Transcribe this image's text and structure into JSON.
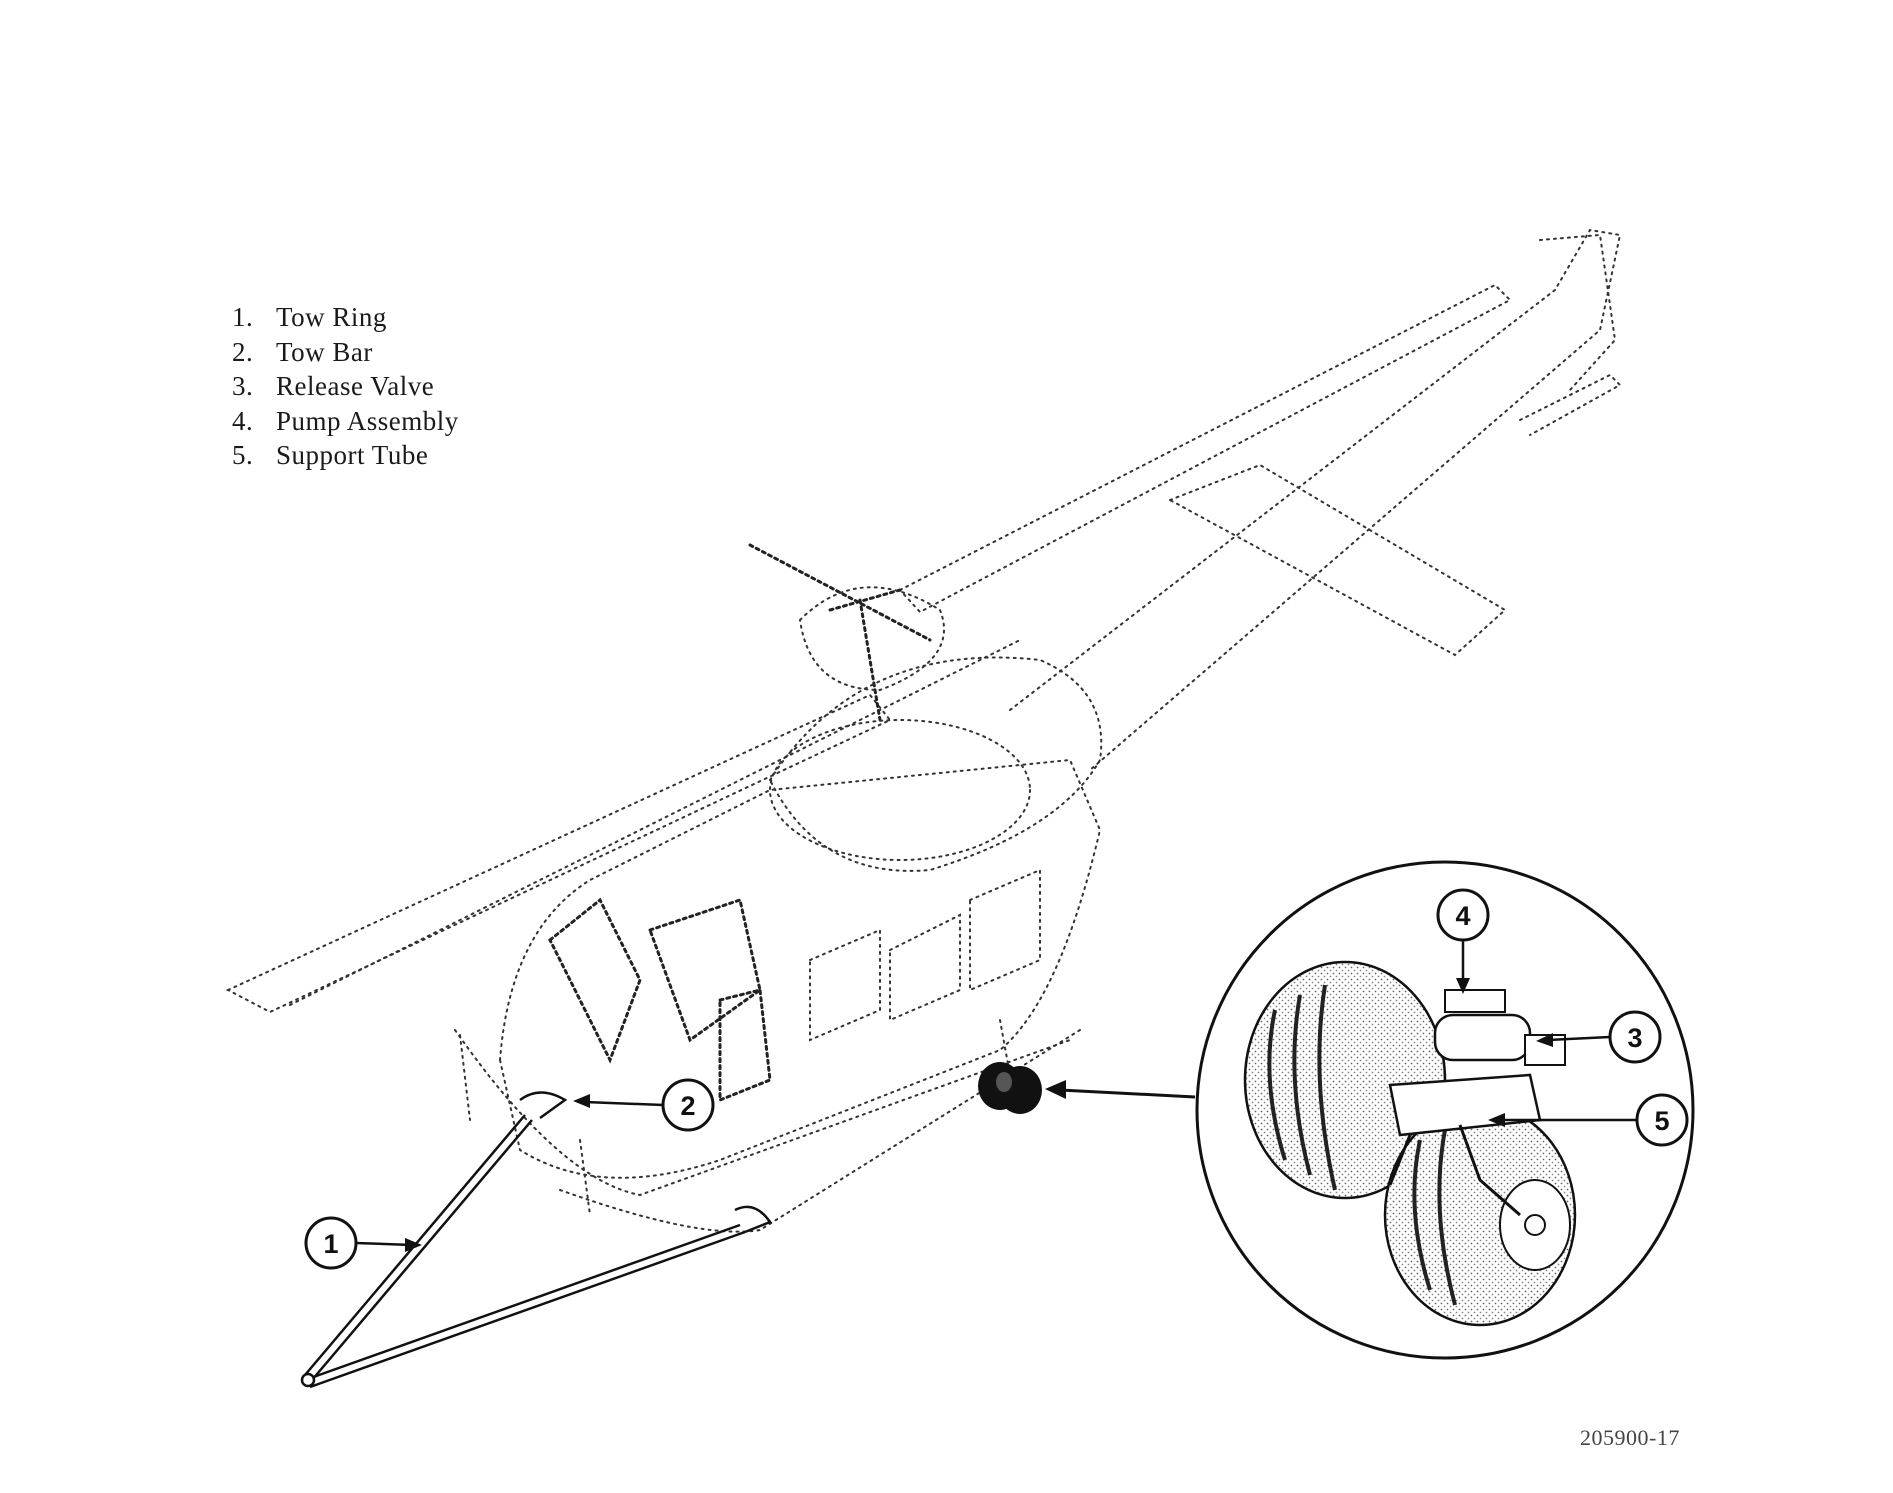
{
  "legend": [
    {
      "num": "1.",
      "label": "Tow Ring"
    },
    {
      "num": "2.",
      "label": "Tow Bar"
    },
    {
      "num": "3.",
      "label": "Release Valve"
    },
    {
      "num": "4.",
      "label": "Pump Assembly"
    },
    {
      "num": "5.",
      "label": "Support Tube"
    }
  ],
  "callouts": {
    "c1": "1",
    "c2": "2",
    "c3": "3",
    "c4": "4",
    "c5": "5"
  },
  "figure_number": "205900-17"
}
